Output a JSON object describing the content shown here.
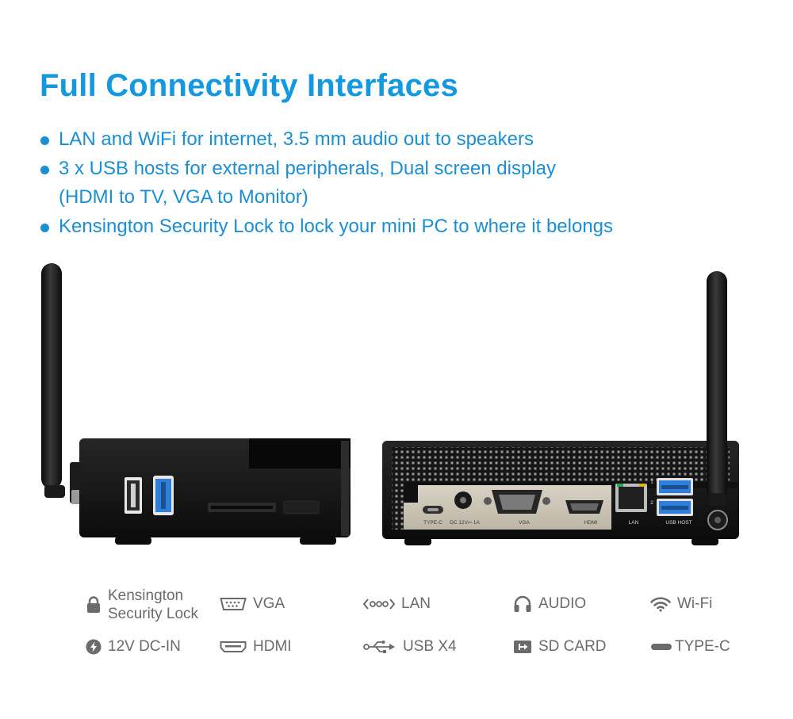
{
  "header": {
    "title": "Full Connectivity Interfaces"
  },
  "bullets": [
    {
      "lines": [
        "LAN and WiFi for internet, 3.5 mm audio out to speakers"
      ]
    },
    {
      "lines": [
        "3 x USB hosts for external peripherals, Dual screen display",
        "(HDMI to TV, VGA to Monitor)"
      ]
    },
    {
      "lines": [
        "Kensington Security Lock to lock your mini PC to where it belongs"
      ]
    }
  ],
  "product": {
    "port_labels": {
      "type_c": "TYPE-C",
      "dc": "DC  12V⎓ 1A",
      "vga": "VGA",
      "hdmi": "HDMI",
      "lan": "LAN",
      "usb_host": "USB HOST",
      "port_1": "1",
      "port_2": "2"
    }
  },
  "legend": {
    "kensington_line1": "Kensington",
    "kensington_line2": "Security Lock",
    "vga": "VGA",
    "lan": "LAN",
    "audio": "AUDIO",
    "wifi": "Wi-Fi",
    "dc_in": "12V DC-IN",
    "hdmi": "HDMI",
    "usb": "USB X4",
    "sd_card": "SD CARD",
    "type_c": "TYPE-C"
  },
  "colors": {
    "accent_blue": "#1499e0",
    "bullet_blue": "#1b8fd3",
    "usb3_blue": "#2f7fd8",
    "legend_gray": "#6b6b6b",
    "device_black": "#141414",
    "port_panel": "#cfc8b8"
  }
}
